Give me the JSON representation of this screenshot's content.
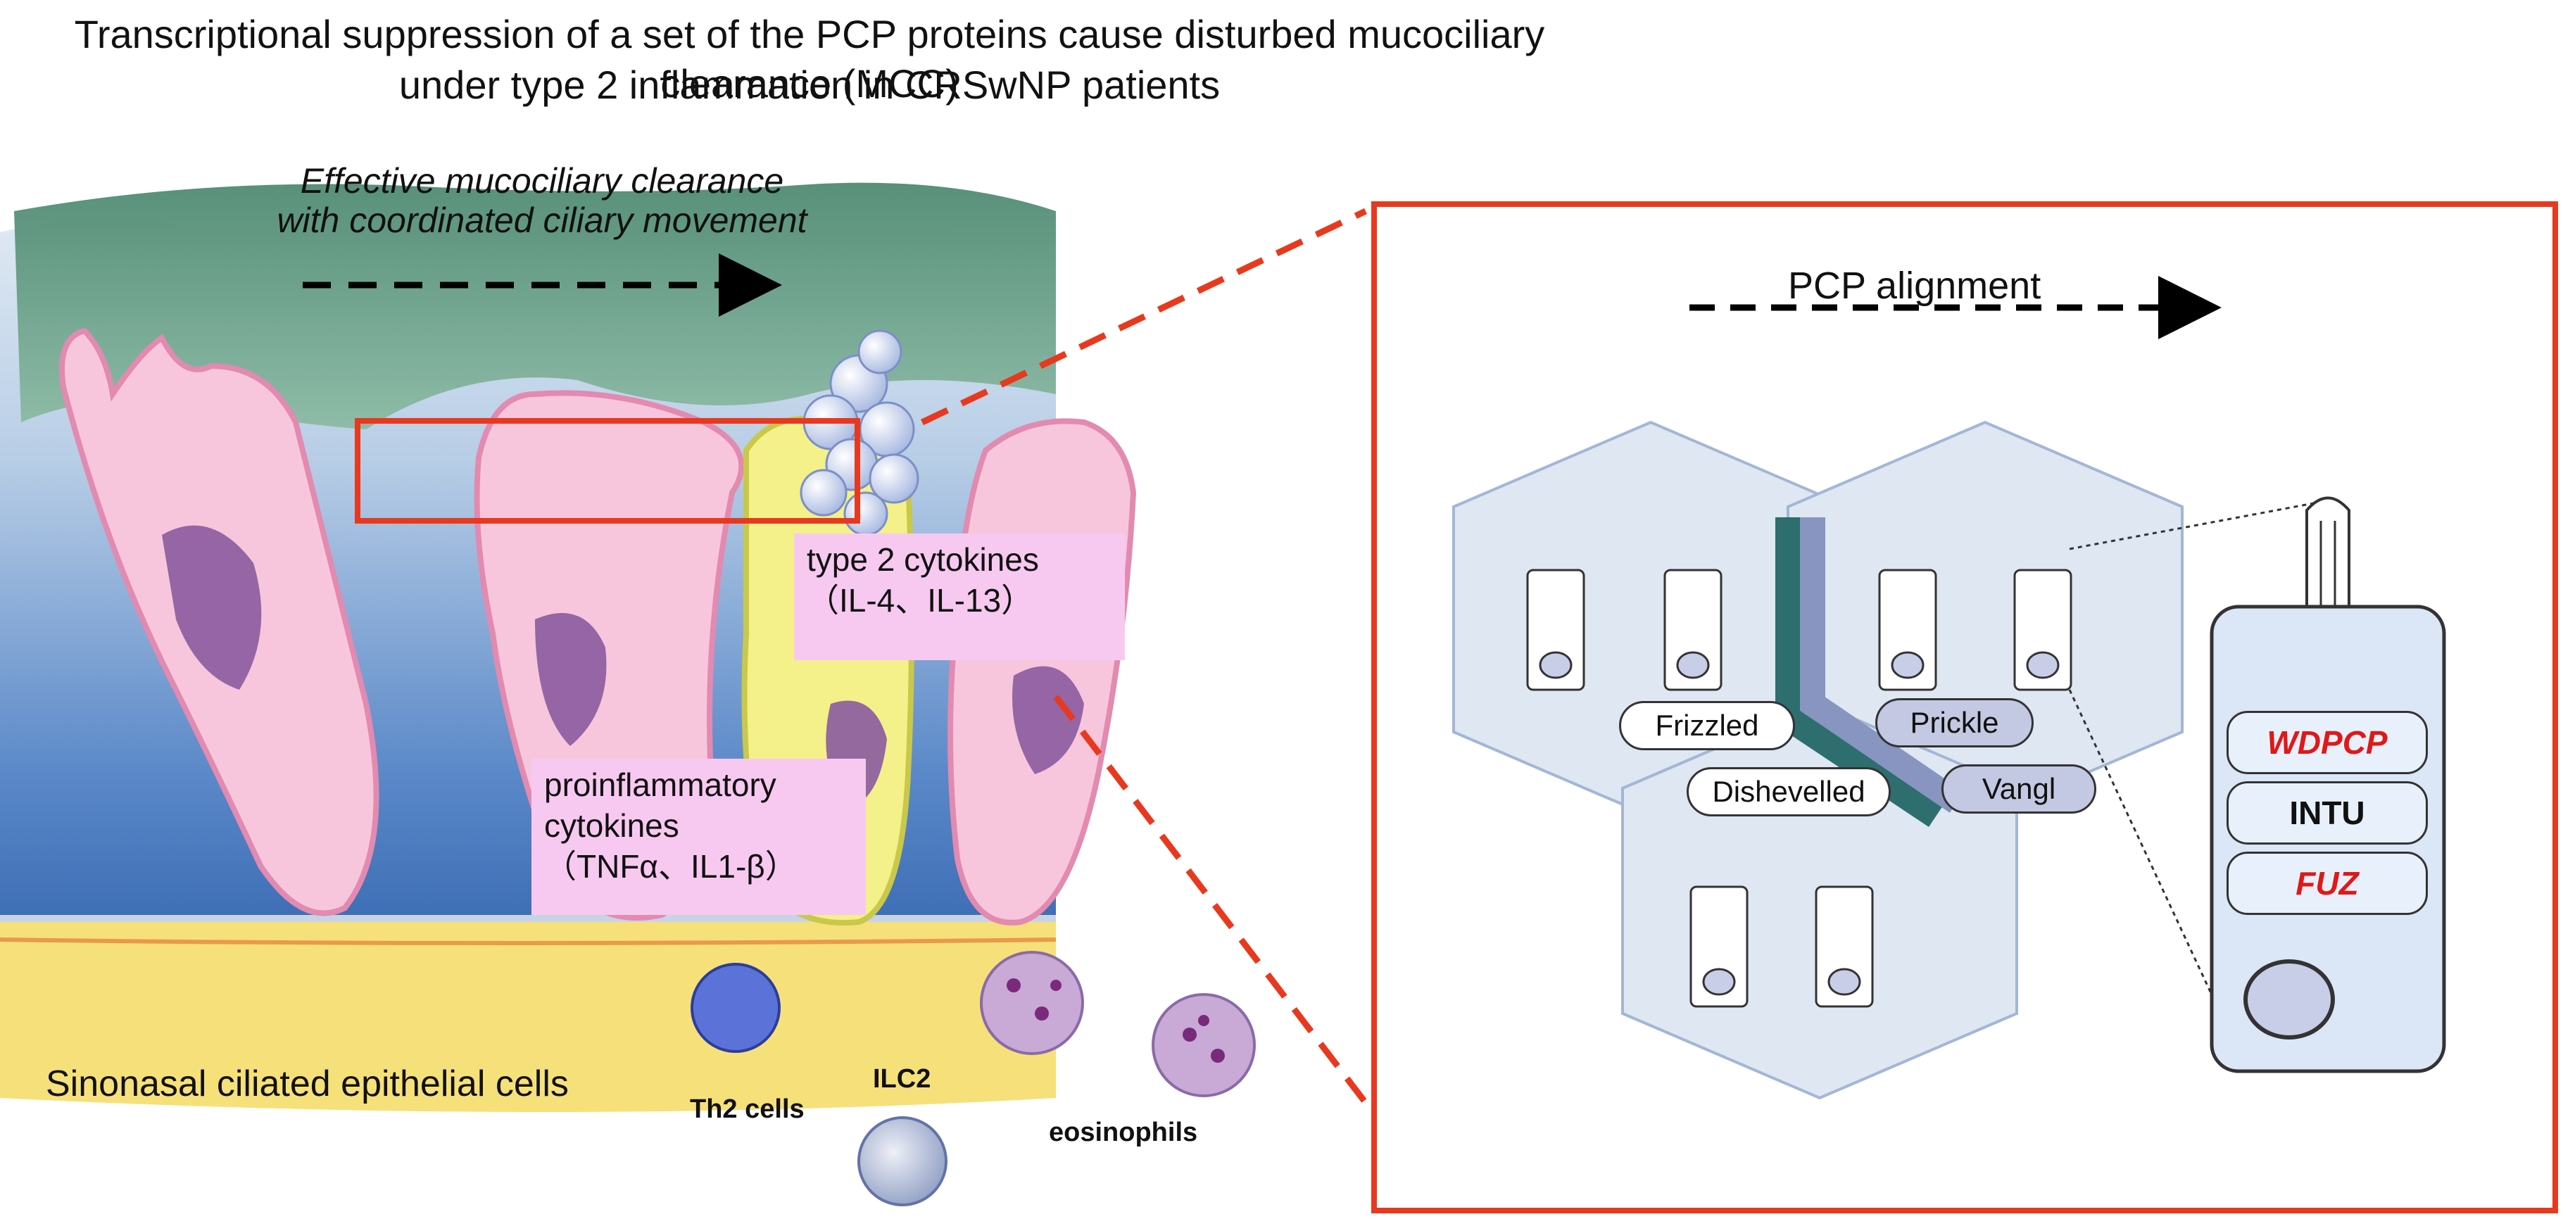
{
  "title": {
    "line1": "Transcriptional suppression of a set of the PCP proteins cause disturbed mucociliary clearance (MCC)",
    "line2": "under type 2 inflammation in CRSwNP patients"
  },
  "left_panel": {
    "mcc_line1": "Effective mucociliary clearance",
    "mcc_line2": "with coordinated ciliary movement",
    "type2_line1": "type 2 cytokines",
    "type2_line2": "（IL-4、IL-13）",
    "proinf_line1": "proinflammatory",
    "proinf_line2": "cytokines",
    "proinf_line3": "（TNFα、IL1-β）",
    "tissue_label": "Sinonasal ciliated epithelial cells",
    "th2_label": "Th2 cells",
    "ilc2_label": "ILC2",
    "eos_label": "eosinophils"
  },
  "right_panel": {
    "pcp_label": "PCP alignment",
    "proteins": [
      "Frizzled",
      "Dishevelled",
      "Prickle",
      "Vangl"
    ],
    "genes": [
      "WDPCP",
      "INTU",
      "FUZ"
    ]
  },
  "colors": {
    "highlight_red": "#e8391e",
    "gene_red": "#e01818",
    "mucus_green": "#6fa58a",
    "cell_pink": "#f7c6dc",
    "basement_yellow": "#f6e07a",
    "hex_fill": "#dde6f2"
  }
}
